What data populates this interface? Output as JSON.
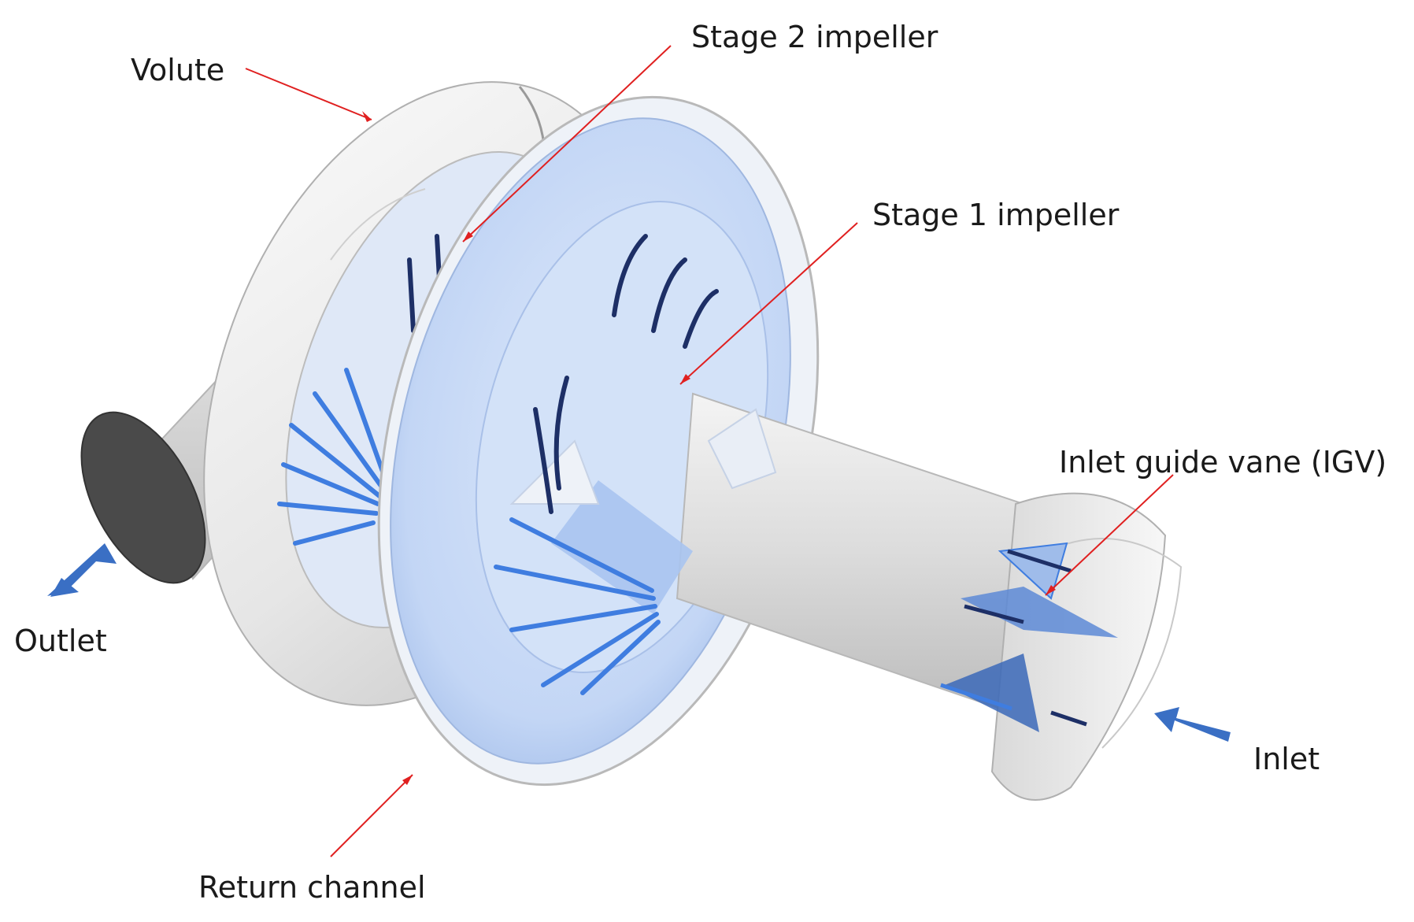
{
  "labels": {
    "volute": "Volute",
    "stage2": "Stage 2 impeller",
    "stage1": "Stage 1 impeller",
    "igv": "Inlet guide vane (IGV)",
    "outlet": "Outlet",
    "inlet": "Inlet",
    "return_channel": "Return channel"
  },
  "colors": {
    "leader_line": "#e02020",
    "flow_arrow": "#3a6fc4",
    "impeller_fill": "#c9dbf7",
    "blade": "#3f7de0",
    "casing": "#ececec",
    "outlet_face": "#4a4a4a"
  }
}
